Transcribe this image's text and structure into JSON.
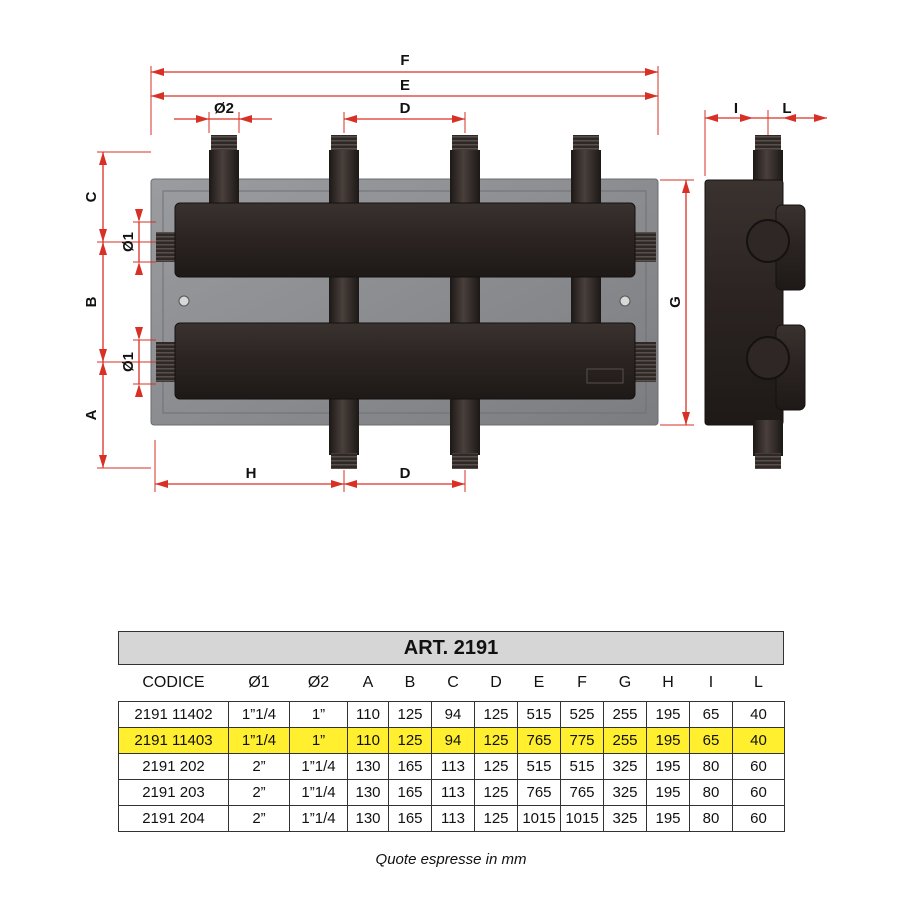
{
  "diagram": {
    "labels": {
      "F": "F",
      "E": "E",
      "D_top": "D",
      "phi2": "Ø2",
      "I": "I",
      "L": "L",
      "C": "C",
      "B": "B",
      "A": "A",
      "phi1_upper": "Ø1",
      "phi1_lower": "Ø1",
      "G": "G",
      "H": "H",
      "D_bottom": "D"
    },
    "colors": {
      "dimension": "#d93025",
      "body": "#2a2321",
      "plate": "#8a8c90"
    }
  },
  "table": {
    "title": "ART. 2191",
    "headers": [
      "CODICE",
      "Ø1",
      "Ø2",
      "A",
      "B",
      "C",
      "D",
      "E",
      "F",
      "G",
      "H",
      "I",
      "L"
    ],
    "rows": [
      [
        "2191 11402",
        "1”1/4",
        "1”",
        "110",
        "125",
        "94",
        "125",
        "515",
        "525",
        "255",
        "195",
        "65",
        "40"
      ],
      [
        "2191 11403",
        "1”1/4",
        "1”",
        "110",
        "125",
        "94",
        "125",
        "765",
        "775",
        "255",
        "195",
        "65",
        "40"
      ],
      [
        "2191 202",
        "2”",
        "1”1/4",
        "130",
        "165",
        "113",
        "125",
        "515",
        "515",
        "325",
        "195",
        "80",
        "60"
      ],
      [
        "2191 203",
        "2”",
        "1”1/4",
        "130",
        "165",
        "113",
        "125",
        "765",
        "765",
        "325",
        "195",
        "80",
        "60"
      ],
      [
        "2191 204",
        "2”",
        "1”1/4",
        "130",
        "165",
        "113",
        "125",
        "1015",
        "1015",
        "325",
        "195",
        "80",
        "60"
      ]
    ],
    "highlighted_row": 1,
    "caption": "Quote espresse in mm"
  }
}
